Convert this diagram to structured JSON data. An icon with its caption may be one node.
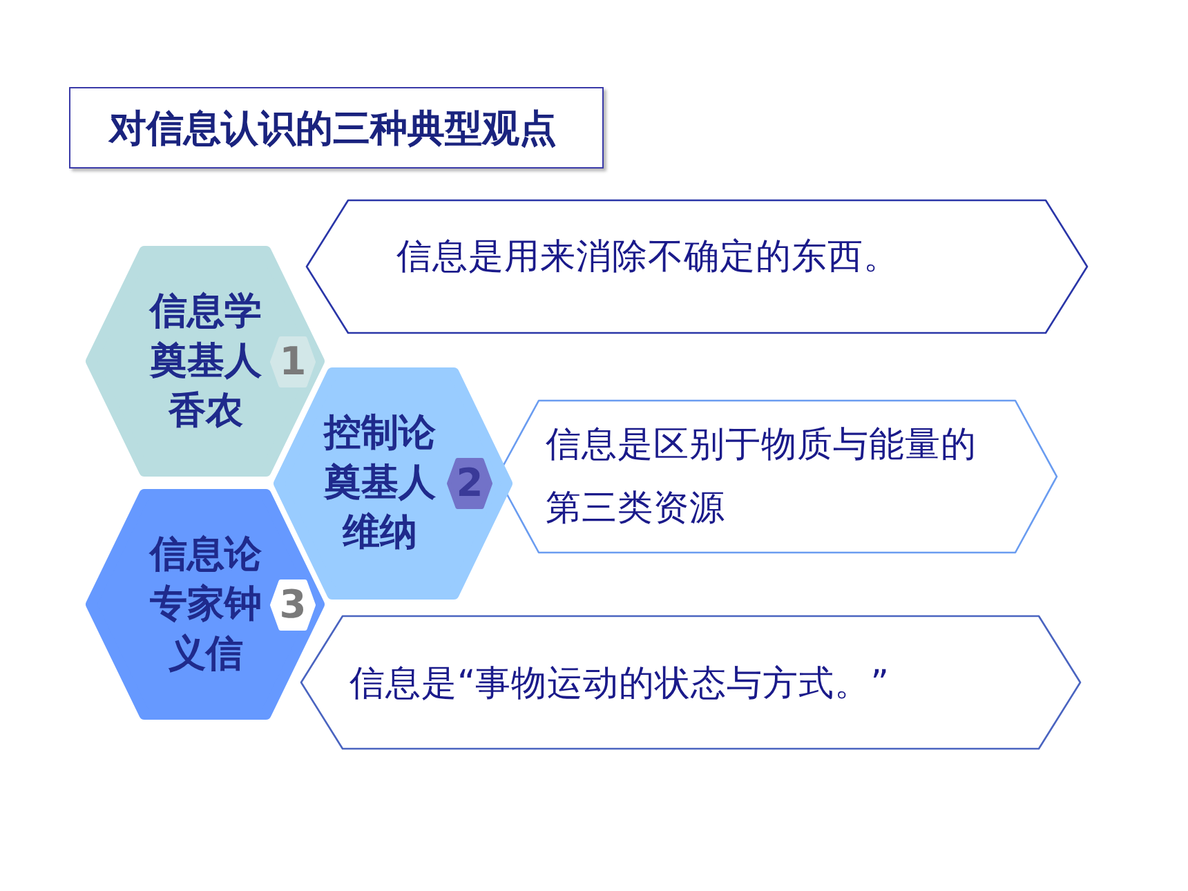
{
  "diagram": {
    "title": "对信息认识的三种典型观点",
    "nodes": [
      {
        "text": [
          "信息学奠基人香农"
        ]
      },
      {
        "text": [
          "1"
        ],
        "in": 0
      },
      {
        "text": [
          "信息是用来消除不确定的东西。"
        ]
      },
      {
        "text": [
          "控制论奠基人维纳"
        ]
      },
      {
        "text": [
          "2"
        ],
        "in": 3
      },
      {
        "text": [
          "信息是区别于物质与能量的第三类资源"
        ]
      },
      {
        "text": [
          "信息论专家钟义信"
        ]
      },
      {
        "text": [
          "3"
        ],
        "in": 6
      },
      {
        "text": [
          "信息是“事物运动的状态与方式。”"
        ]
      }
    ]
  }
}
